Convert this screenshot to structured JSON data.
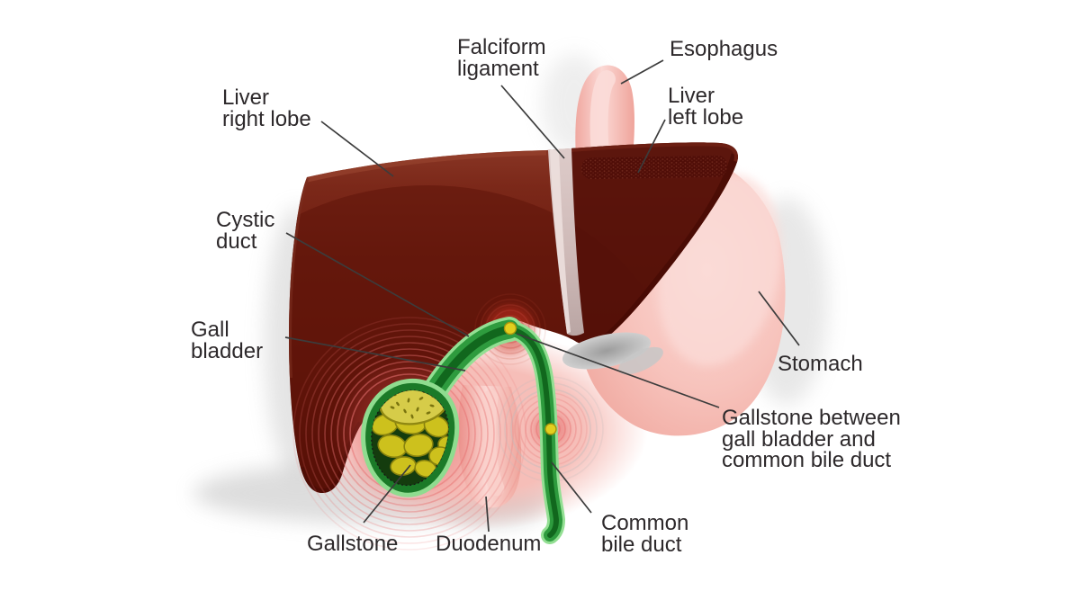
{
  "figure": {
    "type": "medical-illustration",
    "subject": "Gallstones in the gall bladder and bile ducts",
    "labels": {
      "liver_right_lobe": {
        "lines": [
          "Liver",
          "right lobe"
        ]
      },
      "falciform_ligament": {
        "lines": [
          "Falciform",
          "ligament"
        ]
      },
      "esophagus": {
        "lines": [
          "Esophagus"
        ]
      },
      "liver_left_lobe": {
        "lines": [
          "Liver",
          "left lobe"
        ]
      },
      "cystic_duct": {
        "lines": [
          "Cystic",
          "duct"
        ]
      },
      "gall_bladder": {
        "lines": [
          "Gall",
          "bladder"
        ]
      },
      "stomach": {
        "lines": [
          "Stomach"
        ]
      },
      "gallstone_between": {
        "lines": [
          "Gallstone between",
          "gall bladder and",
          "common bile duct"
        ]
      },
      "gallstone": {
        "lines": [
          "Gallstone"
        ]
      },
      "duodenum": {
        "lines": [
          "Duodenum"
        ]
      },
      "common_bile_duct": {
        "lines": [
          "Common",
          "bile duct"
        ]
      }
    },
    "colors": {
      "background": "#ffffff",
      "liver_body": "#6d1d12",
      "liver_rim_highlight": "#93402c",
      "liver_left_lobe": "#531008",
      "falciform_ligament_band": "#d5c2c0",
      "organ_pink": "#f5b7b1",
      "organ_pink_highlight": "#fbdcd8",
      "duct_green_outline": "#93df93",
      "duct_green": "#2e9b3e",
      "duct_green_dark": "#11671d",
      "gallstone_yellow": "#cdc11d",
      "gallstone_large_yellow": "#d6cc49",
      "inflammation_ring_red": "#e87272",
      "porta_gray": "#b5b5b5",
      "label_text": "#2d292b",
      "leader_line": "#3c3c3c"
    }
  }
}
